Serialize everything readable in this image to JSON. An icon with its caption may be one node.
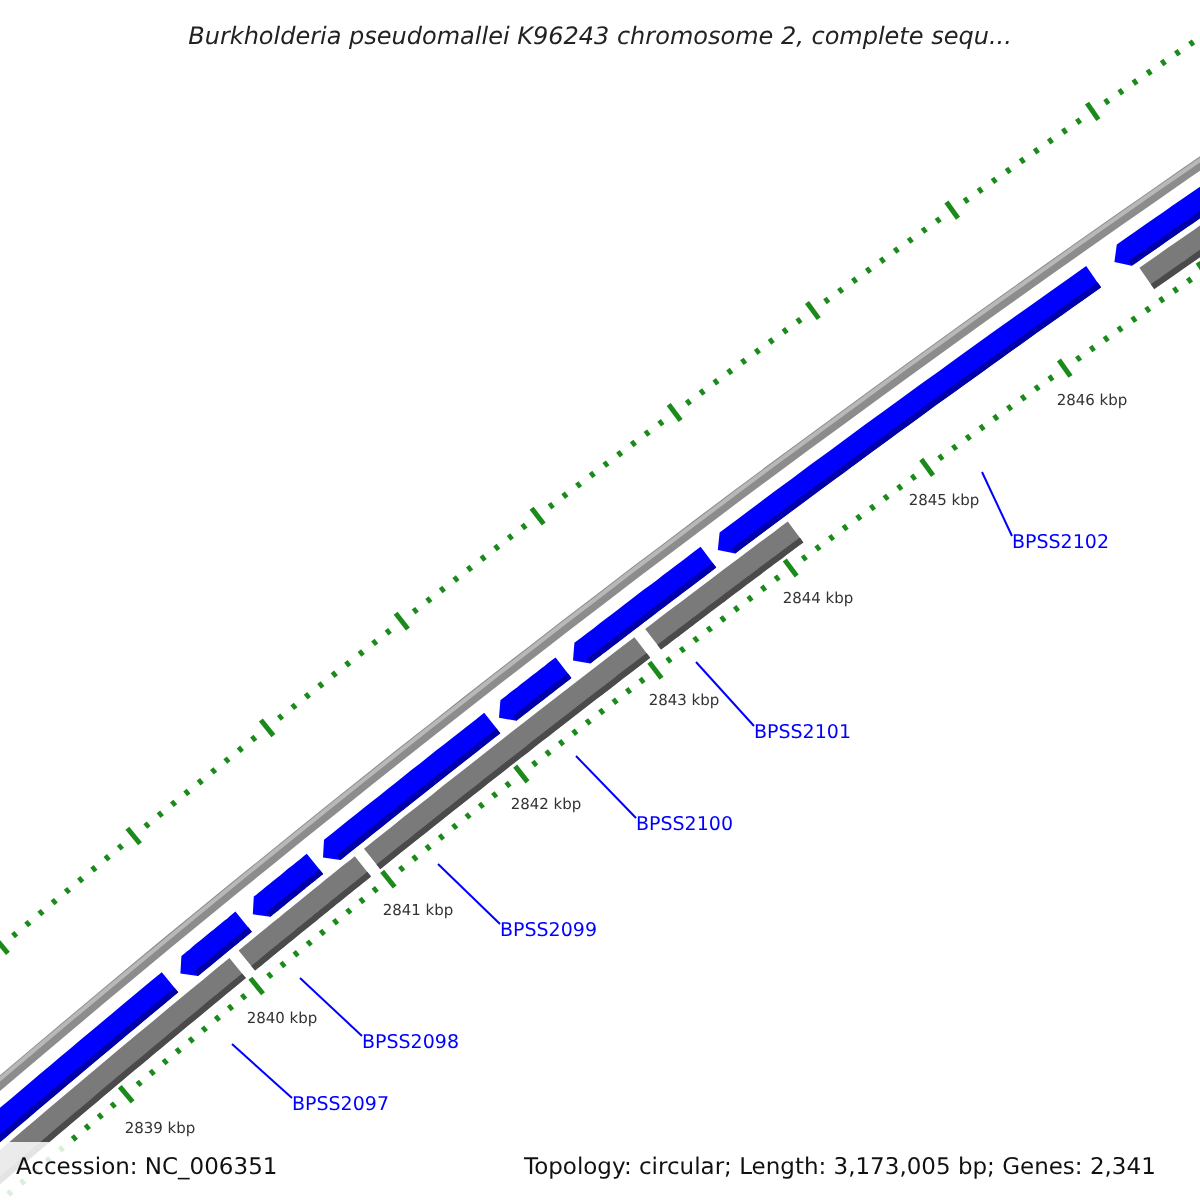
{
  "diagram": {
    "title": "Burkholderia pseudomallei K96243 chromosome 2, complete sequ...",
    "nodes": [
      {
        "text": [
          "BPSS2102"
        ]
      },
      {
        "text": [
          "BPSS2101"
        ]
      },
      {
        "text": [
          "BPSS2100"
        ]
      },
      {
        "text": [
          "BPSS2099"
        ]
      },
      {
        "text": [
          "BPSS2098"
        ]
      },
      {
        "text": [
          "BPSS2097"
        ]
      }
    ],
    "edges": [
      {
        "from": 0,
        "to": null,
        "arrow": "none"
      },
      {
        "from": 1,
        "to": null,
        "arrow": "none"
      },
      {
        "from": 2,
        "to": null,
        "arrow": "none"
      },
      {
        "from": 3,
        "to": null,
        "arrow": "none"
      },
      {
        "from": 4,
        "to": null,
        "arrow": "none"
      },
      {
        "from": 5,
        "to": null,
        "arrow": "none"
      }
    ],
    "labels": [
      "2846 kbp",
      "2845 kbp",
      "2844 kbp",
      "2843 kbp",
      "2842 kbp",
      "2841 kbp",
      "2840 kbp",
      "2839 kbp",
      "Accession: NC_006351",
      "Topology: circular; Length: 3,173,005 bp; Genes: 2,341"
    ]
  }
}
